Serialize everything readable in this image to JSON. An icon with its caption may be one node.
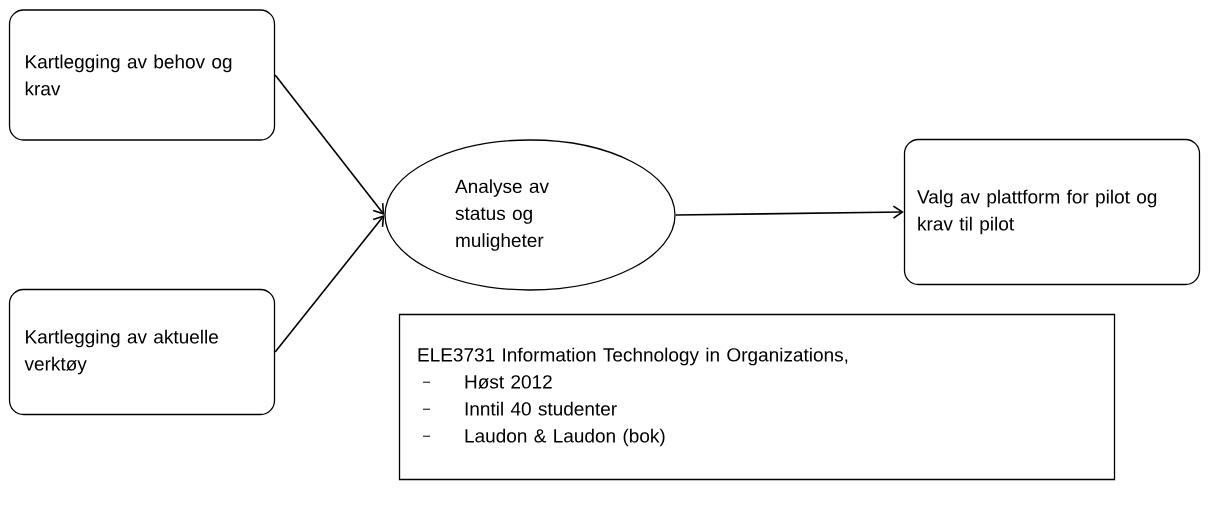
{
  "diagram": {
    "nodes": [
      {
        "text": [
          "Kartlegging av behov og krav"
        ]
      },
      {
        "text": [
          "Kartlegging av aktuelle verktøy"
        ]
      },
      {
        "text": [
          "Analyse av status og muligheter"
        ]
      },
      {
        "text": [
          "Valg av plattform for pilot og krav til pilot"
        ]
      },
      {
        "text": [
          "ELE3731 Information Technology in Organizations,",
          "Høst 2012",
          "Inntil 40 studenter",
          "Laudon & Laudon (bok)"
        ]
      }
    ],
    "edges": [
      {
        "from": 0,
        "to": 2,
        "arrow": "to"
      },
      {
        "from": 1,
        "to": 2,
        "arrow": "to"
      },
      {
        "from": 2,
        "to": 3,
        "arrow": "to"
      }
    ]
  }
}
